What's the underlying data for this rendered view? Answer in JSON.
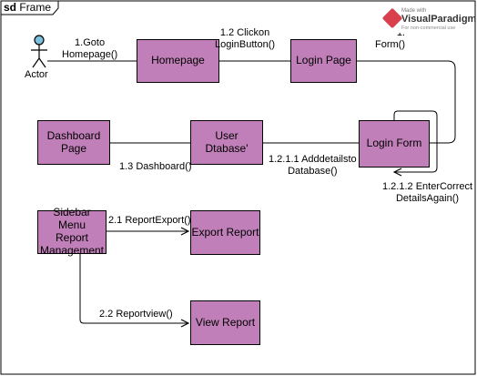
{
  "frame": {
    "keyword": "sd",
    "name": "Frame"
  },
  "actor": {
    "label": "Actor"
  },
  "watermark": {
    "made_with": "Made with",
    "brand": "VisualParadigm",
    "sub": "For non-commercial use"
  },
  "boxes": {
    "homepage": "Homepage",
    "login_page": "Login Page",
    "login_form": "Login Form",
    "user_database": "User\nDtabase'",
    "dashboard_page": "Dashboard\nPage",
    "sidebar_menu": "Sidebar Menu\nReport\nManagement",
    "export_report": "Export Report",
    "view_report": "View Report"
  },
  "messages": {
    "goto_homepage": "1.Goto\nHomepage()",
    "click_login": "1.2 Clickon\nLoginButton()",
    "form_partial": "1.\nForm()",
    "dashboard": "1.3 Dashboard()",
    "add_details": "1.2.1.1 Adddetailsto\nDatabase()",
    "enter_correct": "1.2.1.2 EnterCorrect\nDetailsAgain()",
    "report_export": "2.1 ReportExport()",
    "report_view": "2.2 Reportview()"
  },
  "colors": {
    "box_fill": "#c07fb8",
    "actor_head": "#7ac0dc",
    "line": "#000000"
  }
}
